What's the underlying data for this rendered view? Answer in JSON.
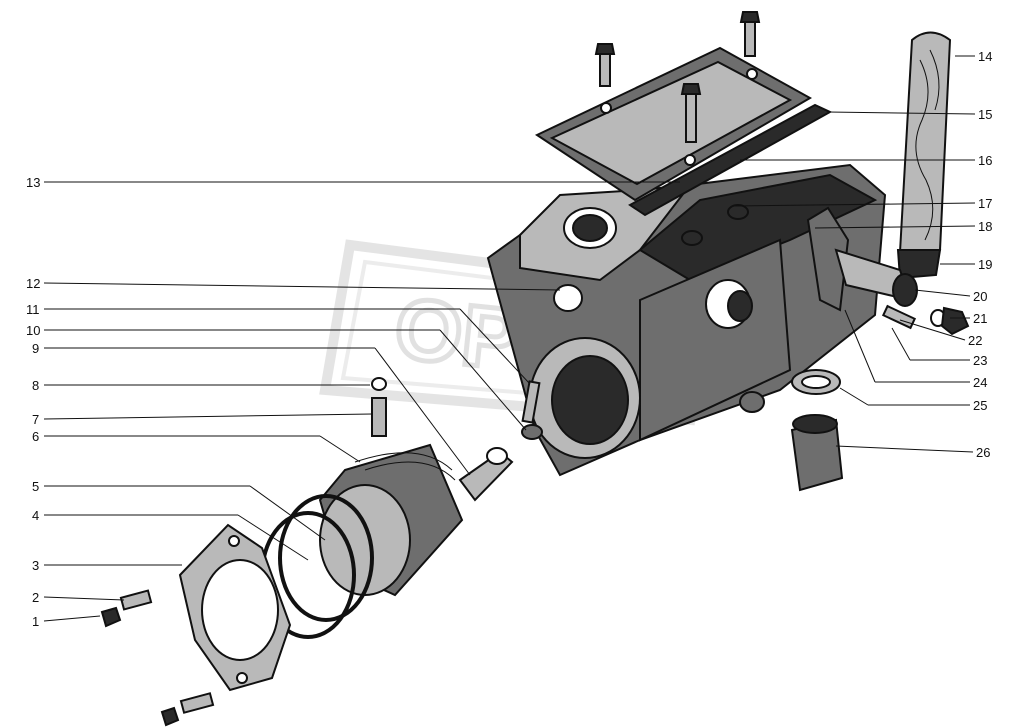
{
  "diagram": {
    "callouts": [
      {
        "id": "c1",
        "text": "1"
      },
      {
        "id": "c2",
        "text": "2"
      },
      {
        "id": "c3",
        "text": "3"
      },
      {
        "id": "c4",
        "text": "4"
      },
      {
        "id": "c5",
        "text": "5"
      },
      {
        "id": "c6",
        "text": "6"
      },
      {
        "id": "c7",
        "text": "7"
      },
      {
        "id": "c8",
        "text": "8"
      },
      {
        "id": "c9",
        "text": "9"
      },
      {
        "id": "c10",
        "text": "10"
      },
      {
        "id": "c11",
        "text": "11"
      },
      {
        "id": "c12",
        "text": "12"
      },
      {
        "id": "c13",
        "text": "13"
      },
      {
        "id": "c14",
        "text": "14"
      },
      {
        "id": "c15",
        "text": "15"
      },
      {
        "id": "c16",
        "text": "16"
      },
      {
        "id": "c17",
        "text": "17"
      },
      {
        "id": "c18",
        "text": "18"
      },
      {
        "id": "c19",
        "text": "19"
      },
      {
        "id": "c20",
        "text": "20"
      },
      {
        "id": "c21",
        "text": "21"
      },
      {
        "id": "c22",
        "text": "22"
      },
      {
        "id": "c23",
        "text": "23"
      },
      {
        "id": "c24",
        "text": "24"
      },
      {
        "id": "c25",
        "text": "25"
      },
      {
        "id": "c26",
        "text": "26"
      }
    ],
    "watermark": "ОРЕХ"
  },
  "colors": {
    "ink": "#111111",
    "shade_dark": "#2a2a2a",
    "shade_mid": "#6e6e6e",
    "shade_light": "#b9b9b9",
    "watermark": "#d2d2d2"
  }
}
